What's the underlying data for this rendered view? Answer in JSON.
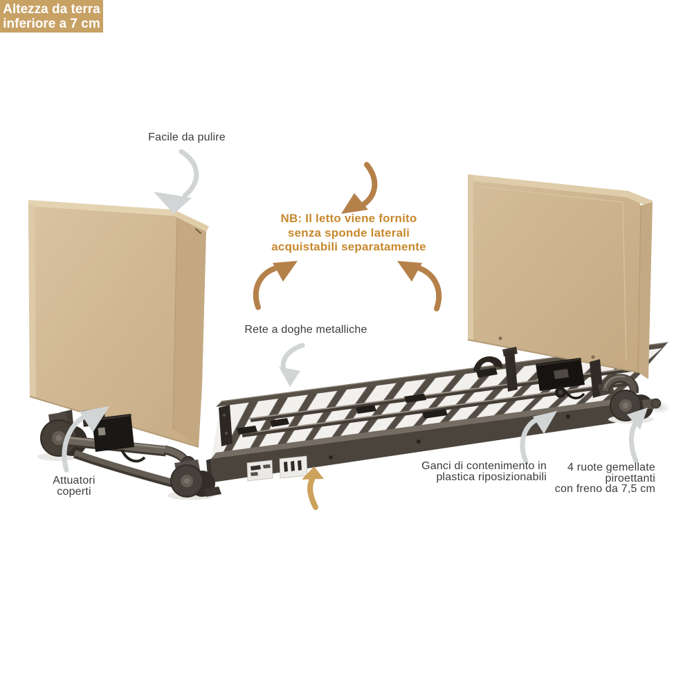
{
  "colors": {
    "accent-orange": "#c8892e",
    "arrow-brown": "#b5814a",
    "badge-tan": "#c8a164",
    "arrow-gold": "#cda25c",
    "arrow-gray": "#d2d5d5",
    "text-dark": "#3b3a39",
    "panel-tan": "#d2bb97",
    "frame-dark": "#4a443c"
  },
  "annotations": {
    "easy_clean": {
      "text": "Facile da pulire"
    },
    "note": {
      "lines": [
        "NB: Il letto viene fornito",
        "senza sponde laterali",
        "acquistabili separatamente"
      ]
    },
    "slat_base": {
      "text": "Rete a doghe metalliche"
    },
    "actuators": {
      "lines": [
        "Attuatori",
        "coperti"
      ]
    },
    "hooks": {
      "lines": [
        "Ganci di contenimento in",
        "plastica riposizionabili"
      ]
    },
    "castors": {
      "lines": [
        "4 ruote gemellate",
        "piroettanti",
        "con freno da 7,5 cm"
      ]
    },
    "height_badge": {
      "lines": [
        "Altezza da terra",
        "inferiore a 7 cm"
      ]
    }
  }
}
